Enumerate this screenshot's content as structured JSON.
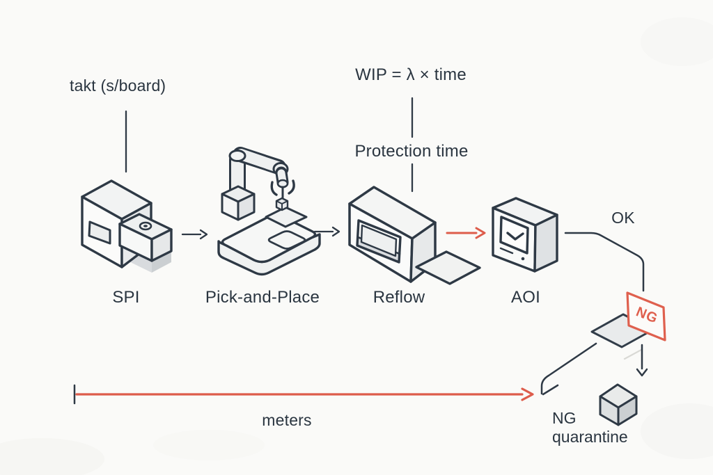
{
  "diagram": {
    "stages": [
      {
        "label": "SPI"
      },
      {
        "label": "Pick-and-Place"
      },
      {
        "label": "Reflow"
      },
      {
        "label": "AOI"
      }
    ],
    "annotations": {
      "takt": "takt (s/board)",
      "wip_formula": "WIP = λ × time",
      "protection": "Protection time",
      "ok": "OK",
      "flag_ng": "NG",
      "quarantine_line1": "NG",
      "quarantine_line2": "quarantine",
      "meters": "meters"
    },
    "colors": {
      "line": "#2e3945",
      "text": "#2a3540",
      "accent_red": "#df604e",
      "fill_light": "#f5f6f5",
      "fill_mid": "#e9ebec",
      "fill_dark": "#d8dbde",
      "background": "#fafaf8"
    }
  }
}
